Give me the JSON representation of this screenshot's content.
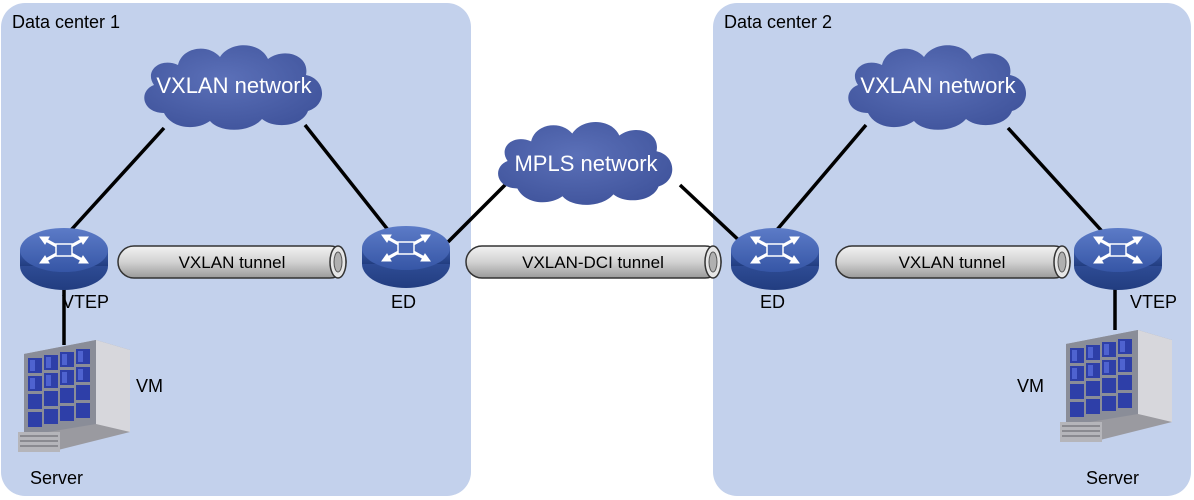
{
  "data_centers": [
    {
      "title": "Data center 1",
      "vxlan_network_label": "VXLAN network",
      "tunnel_label": "VXLAN tunnel",
      "vtep_label": "VTEP",
      "ed_label": "ED",
      "vm_label": "VM",
      "server_label": "Server"
    },
    {
      "title": "Data center 2",
      "vxlan_network_label": "VXLAN network",
      "tunnel_label": "VXLAN tunnel",
      "vtep_label": "VTEP",
      "ed_label": "ED",
      "vm_label": "VM",
      "server_label": "Server"
    }
  ],
  "mpls_network_label": "MPLS network",
  "dci_tunnel_label": "VXLAN-DCI tunnel",
  "colors": {
    "dc_panel": "#c3d1ec",
    "cloud": "#4a5ea6",
    "device": "#3d5aa8",
    "tunnel": "#d4d4d4",
    "link": "#000000"
  },
  "icons": {
    "device": "router-icon",
    "server": "server-icon",
    "cloud": "cloud-icon"
  }
}
